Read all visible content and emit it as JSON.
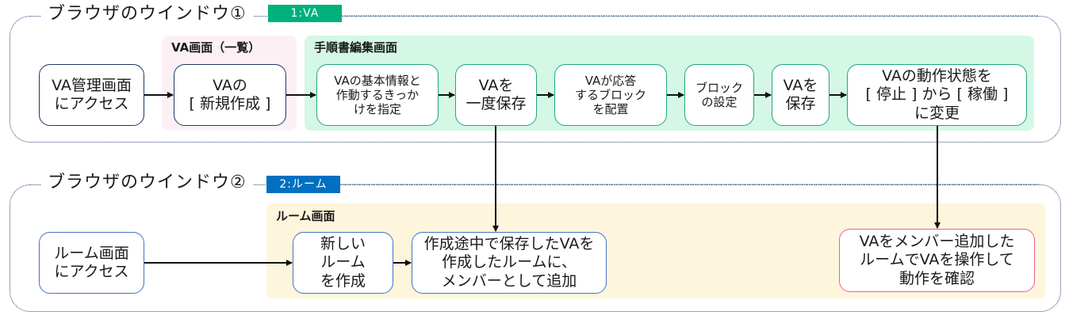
{
  "colors": {
    "window_border": "#2e4a7a",
    "badge_va": "#00b07c",
    "badge_room": "#0070c0",
    "region_va_list": "#fdf0f5",
    "region_editor": "#d4f7e6",
    "region_room": "#fdf6dc",
    "node_navy": "#1f3864",
    "node_green": "#1fa67e",
    "node_blue": "#4472c4",
    "node_pink": "#e8609a"
  },
  "window1": {
    "title": "ブラウザのウインドウ①",
    "badge": "1:VA",
    "regions": {
      "va_list": {
        "label": "VA画面（一覧）"
      },
      "editor": {
        "label": "手順書編集画面"
      }
    },
    "nodes": {
      "access_va": "VA管理画面\nにアクセス",
      "create_va": "VAの\n[ 新規作成 ]",
      "basic_info": "VAの基本情報と\n作動するきっか\nけを指定",
      "save_once": "VAを\n一度保存",
      "place_blocks": "VAが応答\nするブロック\nを配置",
      "block_settings": "ブロック\nの設定",
      "save": "VAを\n保存",
      "change_state": "VAの動作状態を\n[ 停止 ] から [ 稼働 ]\nに変更"
    }
  },
  "window2": {
    "title": "ブラウザのウインドウ②",
    "badge": "2:ルーム",
    "regions": {
      "room": {
        "label": "ルーム画面"
      }
    },
    "nodes": {
      "access_room": "ルーム画面\nにアクセス",
      "create_room": "新しい\nルーム\nを作成",
      "add_member": "作成途中で保存したVAを\n作成したルームに、\nメンバーとして追加",
      "verify": "VAをメンバー追加した\nルームでVAを操作して\n動作を確認"
    }
  }
}
